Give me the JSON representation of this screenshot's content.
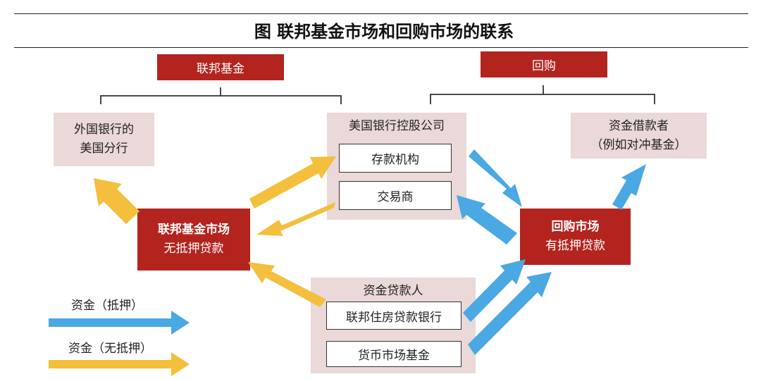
{
  "title": "图 联邦基金市场和回购市场的联系",
  "headers": {
    "fed_funds": "联邦基金",
    "repo": "回购"
  },
  "boxes": {
    "foreign_branch": [
      "外国银行的",
      "美国分行"
    ],
    "bank_holding": "美国银行控股公司",
    "depository": "存款机构",
    "dealer": "交易商",
    "borrower": [
      "资金借款者",
      "（例如对冲基金）"
    ],
    "ff_market": [
      "联邦基金市场",
      "无抵押贷款"
    ],
    "repo_market": [
      "回购市场",
      "有抵押贷款"
    ],
    "lenders": "资金贷款人",
    "fhlb": "联邦住房贷款银行",
    "mmf": "货币市场基金"
  },
  "legend": {
    "secured": "资金（抵押）",
    "unsecured": "资金（无抵押）"
  },
  "colors": {
    "red": "#b3241e",
    "pink": "#ead9d8",
    "blue": "#4aa8e3",
    "yellow": "#f3bf3c"
  }
}
